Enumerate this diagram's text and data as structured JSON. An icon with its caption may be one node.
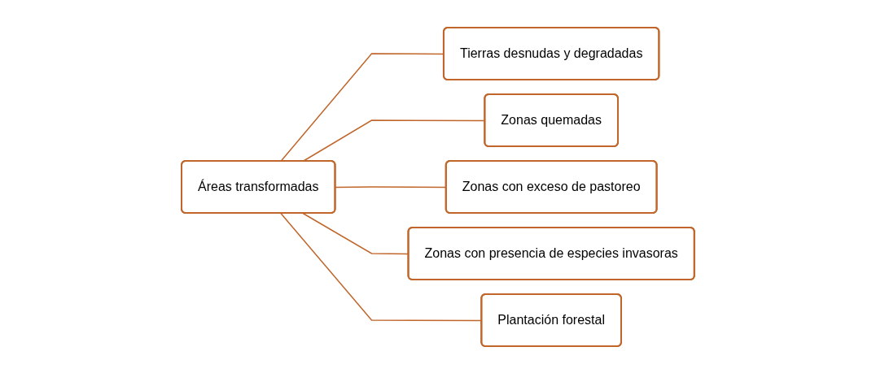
{
  "diagram": {
    "nodes": [
      {
        "text": [
          "Áreas transformadas"
        ]
      },
      {
        "text": [
          "Tierras desnudas y degradadas"
        ]
      },
      {
        "text": [
          "Zonas quemadas"
        ]
      },
      {
        "text": [
          "Zonas con exceso de pastoreo"
        ]
      },
      {
        "text": [
          "Zonas con presencia de especies invasoras"
        ]
      },
      {
        "text": [
          "Plantación forestal"
        ]
      }
    ],
    "edges": [
      {
        "from": 0,
        "to": 1,
        "arrow": "none"
      },
      {
        "from": 0,
        "to": 2,
        "arrow": "none"
      },
      {
        "from": 0,
        "to": 3,
        "arrow": "none"
      },
      {
        "from": 0,
        "to": 4,
        "arrow": "none"
      },
      {
        "from": 0,
        "to": 5,
        "arrow": "none"
      }
    ]
  }
}
